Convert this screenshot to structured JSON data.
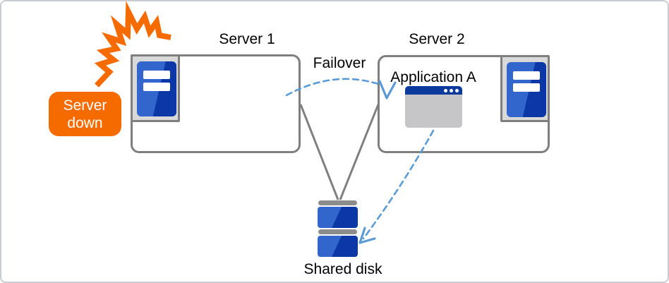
{
  "diagram": {
    "nodes": {
      "server1": {
        "label": "Server 1"
      },
      "server2": {
        "label": "Server 2"
      },
      "application": {
        "label": "Application A"
      },
      "shared_disk": {
        "label": "Shared disk"
      },
      "server_down": {
        "label": "Server\ndown"
      }
    },
    "edges": {
      "failover": {
        "label": "Failover",
        "style": "dashed-blue-arc-arrow"
      },
      "server1_to_disk": {
        "style": "solid-gray-line"
      },
      "server2_to_disk": {
        "style": "solid-gray-line"
      },
      "app_to_disk": {
        "style": "dashed-blue-arrow"
      }
    },
    "icons": {
      "server1_icon": "server-tower",
      "server2_icon": "server-tower",
      "application_icon": "app-window",
      "shared_disk_icon": "disk-stack",
      "crash_icon": "explosion-burst"
    },
    "colors": {
      "accent_orange": "#f66b00",
      "server_blue_light": "#3366cc",
      "server_blue_dark": "#0b38a6",
      "titlebar_blue": "#0a3a9e",
      "window_body_gray": "#c6c6c8",
      "arrow_blue": "#5b9bd5",
      "connector_gray": "#7f7f7f",
      "icon_frame_gray": "#d9d9d9",
      "box_border_gray": "#7f7f7f"
    }
  }
}
